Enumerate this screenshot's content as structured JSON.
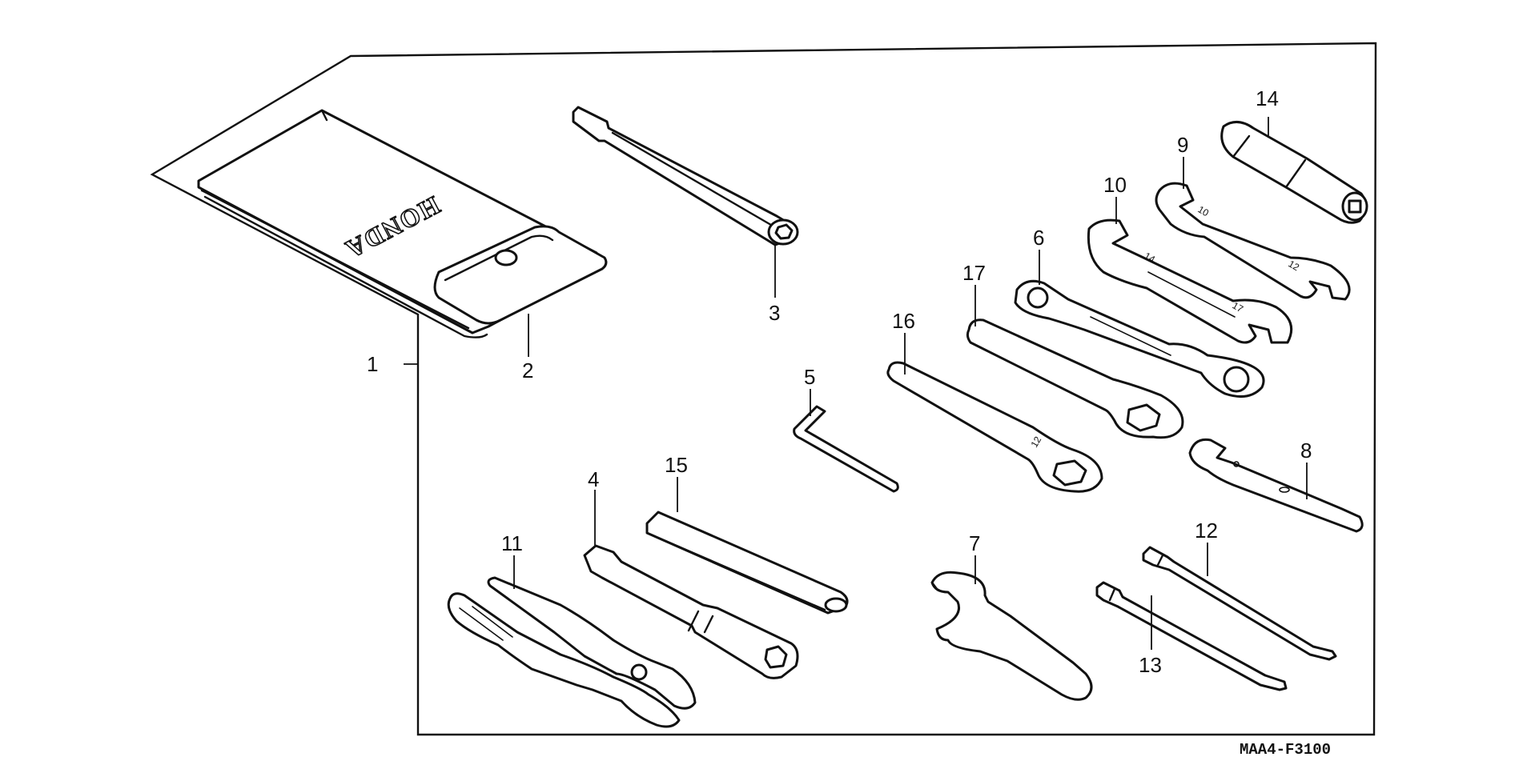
{
  "diagram": {
    "code": "MAA4-F3100",
    "brand_text": "HONDA",
    "callouts": [
      "1",
      "2",
      "3",
      "4",
      "5",
      "6",
      "7",
      "8",
      "9",
      "10",
      "11",
      "12",
      "13",
      "14",
      "15",
      "16",
      "17"
    ]
  },
  "colors": {
    "ink": "#111111",
    "paper": "#ffffff"
  }
}
